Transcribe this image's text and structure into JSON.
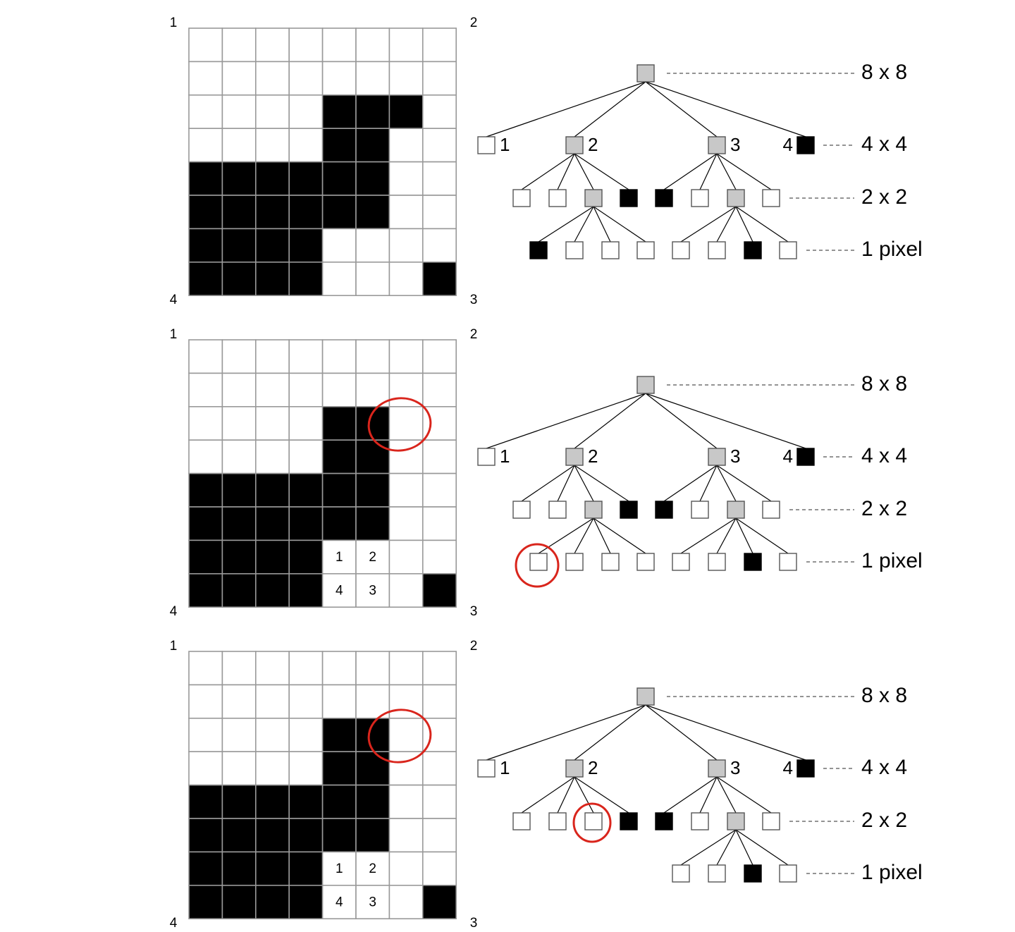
{
  "colors": {
    "black": "#000000",
    "gray": "#c8c8c8",
    "white": "#ffffff",
    "grid_line": "#999999",
    "circle": "#d9251c"
  },
  "level_labels": [
    "8 x 8",
    "4 x 4",
    "2 x 2",
    "1 pixel"
  ],
  "panels": [
    {
      "corner_labels": [
        "1",
        "2",
        "3",
        "4"
      ],
      "grid": [
        "00000000",
        "00000000",
        "00001110",
        "00001100",
        "11111100",
        "11111100",
        "11110000",
        "11110001"
      ],
      "cell_labels": [],
      "tree": {
        "root": "g",
        "level4": [
          {
            "fill": "w",
            "label": "1"
          },
          {
            "fill": "g",
            "label": "2"
          },
          {
            "fill": "g",
            "label": "3"
          },
          {
            "fill": "b",
            "label": "4"
          }
        ],
        "level2": [
          "w",
          "w",
          "g",
          "b",
          "b",
          "w",
          "g",
          "w"
        ],
        "level1": [
          "b",
          "w",
          "w",
          "w",
          "w",
          "w",
          "b",
          "w"
        ]
      },
      "circles": []
    },
    {
      "corner_labels": [
        "1",
        "2",
        "3",
        "4"
      ],
      "grid": [
        "00000000",
        "00000000",
        "00001100",
        "00001100",
        "11111100",
        "11111100",
        "11110000",
        "11110001"
      ],
      "cell_labels": [
        "1",
        "2",
        "4",
        "3"
      ],
      "tree": {
        "root": "g",
        "level4": [
          {
            "fill": "w",
            "label": "1"
          },
          {
            "fill": "g",
            "label": "2"
          },
          {
            "fill": "g",
            "label": "3"
          },
          {
            "fill": "b",
            "label": "4"
          }
        ],
        "level2": [
          "w",
          "w",
          "g",
          "b",
          "b",
          "w",
          "g",
          "w"
        ],
        "level1": [
          "w",
          "w",
          "w",
          "w",
          "w",
          "w",
          "b",
          "w"
        ]
      },
      "circles": [
        "grid",
        "leaf"
      ]
    },
    {
      "corner_labels": [
        "1",
        "2",
        "3",
        "4"
      ],
      "grid": [
        "00000000",
        "00000000",
        "00001100",
        "00001100",
        "11111100",
        "11111100",
        "11110000",
        "11110001"
      ],
      "cell_labels": [
        "1",
        "2",
        "4",
        "3"
      ],
      "tree": {
        "root": "g",
        "level4": [
          {
            "fill": "w",
            "label": "1"
          },
          {
            "fill": "g",
            "label": "2"
          },
          {
            "fill": "g",
            "label": "3"
          },
          {
            "fill": "b",
            "label": "4"
          }
        ],
        "level2": [
          "w",
          "w",
          "w",
          "b",
          "b",
          "w",
          "g",
          "w"
        ],
        "level1": [
          "w",
          "w",
          "b",
          "w"
        ]
      },
      "circles": [
        "grid",
        "node"
      ]
    }
  ]
}
